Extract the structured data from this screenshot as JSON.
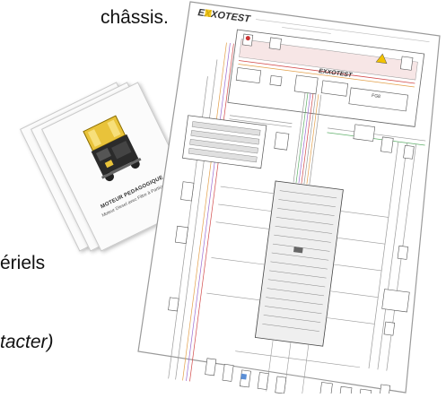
{
  "text_fragments": {
    "chassis": "châssis.",
    "materiels": "ériels",
    "contacter": "tacter)"
  },
  "manuals": {
    "cover_title": "MOTEUR PEDAGOGIQUE",
    "cover_subtitle": "Moteur Diesel avec Filtre à Particules"
  },
  "wiring_diagram": {
    "logo": "EXXOTEST",
    "inner_logo": "EXXOTEST",
    "block_label": "FG8"
  },
  "colors": {
    "logo_yellow": "#f2c200",
    "wire_red": "#d24a4a",
    "wire_orange": "#e3a04a",
    "wire_purple": "#9b6bd0",
    "wire_green": "#5fb06a",
    "wire_gray": "#9a9a9a",
    "box_pink": "#f7e6e6"
  }
}
